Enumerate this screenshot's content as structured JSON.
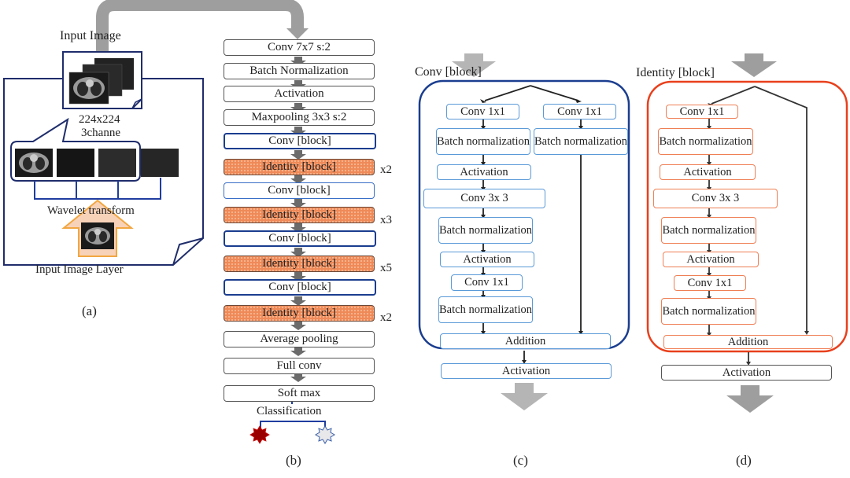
{
  "colors": {
    "conv_block_border": "#1a3d8f",
    "conv_inner_border": "#5b9ad8",
    "identity_block_border": "#e8401c",
    "identity_inner_border": "#ef7f55",
    "identity_fill": "#ef8a58",
    "flow_arrow": "#9e9e9e",
    "wavelet_arrow": "#f6c9a8",
    "class_positive": "#9b0000",
    "class_negative": "#e8e8ea"
  },
  "panel_a": {
    "input_image_label": "Input Image",
    "size_label_line1": "224x224",
    "size_label_line2": "3channe",
    "wavelet_label": "Wavelet transform",
    "input_layer_label": "Input Image Layer",
    "caption": "(a)"
  },
  "panel_b": {
    "layers": [
      {
        "label": "Conv 7x7 s:2",
        "kind": "plain"
      },
      {
        "label": "Batch Normalization",
        "kind": "plain"
      },
      {
        "label": "Activation",
        "kind": "plain"
      },
      {
        "label": "Maxpooling 3x3 s:2",
        "kind": "plain"
      },
      {
        "label": "Conv [block]",
        "kind": "conv"
      },
      {
        "label": "Identity [block]",
        "kind": "identity",
        "repeat": "x2"
      },
      {
        "label": "Conv [block]",
        "kind": "conv"
      },
      {
        "label": "Identity [block]",
        "kind": "identity",
        "repeat": "x3"
      },
      {
        "label": "Conv [block]",
        "kind": "conv"
      },
      {
        "label": "Identity [block]",
        "kind": "identity",
        "repeat": "x5"
      },
      {
        "label": "Conv [block]",
        "kind": "conv"
      },
      {
        "label": "Identity [block]",
        "kind": "identity",
        "repeat": "x2"
      },
      {
        "label": "Average pooling",
        "kind": "plain"
      },
      {
        "label": "Full conv",
        "kind": "plain"
      },
      {
        "label": "Soft max",
        "kind": "plain"
      }
    ],
    "classification_label": "Classification",
    "caption": "(b)"
  },
  "panel_c": {
    "title": "Conv [block]",
    "main_path": [
      "Conv 1x1",
      "Batch normalization",
      "Activation",
      "Conv 3x 3",
      "Batch normalization",
      "Activation",
      "Conv 1x1",
      "Batch normalization"
    ],
    "shortcut_path": [
      "Conv 1x1",
      "Batch normalization"
    ],
    "addition": "Addition",
    "output": "Activation",
    "caption": "(c)"
  },
  "panel_d": {
    "title": "Identity [block]",
    "main_path": [
      "Conv 1x1",
      "Batch normalization",
      "Activation",
      "Conv 3x 3",
      "Batch normalization",
      "Activation",
      "Conv 1x1",
      "Batch normalization"
    ],
    "addition": "Addition",
    "output": "Activation",
    "caption": "(d)"
  }
}
